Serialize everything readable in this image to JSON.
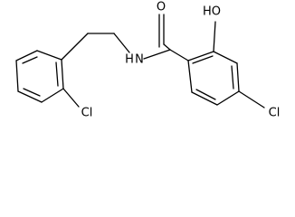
{
  "molecule": {
    "atoms": {
      "o_carbonyl": "O",
      "hydroxyl": "HO",
      "amide_n": "N",
      "amide_h": "H",
      "cl_para": "Cl",
      "cl_ortho": "Cl"
    }
  }
}
